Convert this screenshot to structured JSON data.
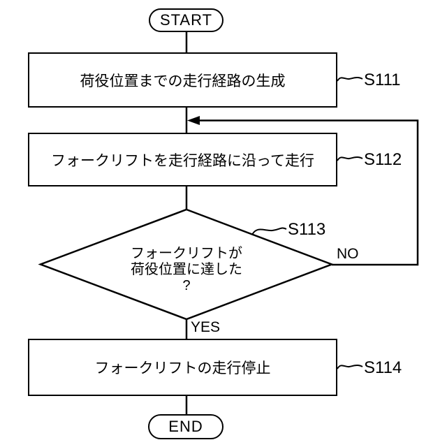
{
  "colors": {
    "background": "#ffffff",
    "line": "#000000"
  },
  "flowchart": {
    "start": {
      "label": "START"
    },
    "end": {
      "label": "END"
    },
    "s111": {
      "ref": "S111",
      "text": "荷役位置までの走行経路の生成"
    },
    "s112": {
      "ref": "S112",
      "text": "フォークリフトを走行経路に沿って走行"
    },
    "s113": {
      "ref": "S113",
      "line1": "フォークリフトが",
      "line2": "荷役位置に達した",
      "line3": "?",
      "yes_label": "YES",
      "no_label": "NO"
    },
    "s114": {
      "ref": "S114",
      "text": "フォークリフトの走行停止"
    }
  }
}
